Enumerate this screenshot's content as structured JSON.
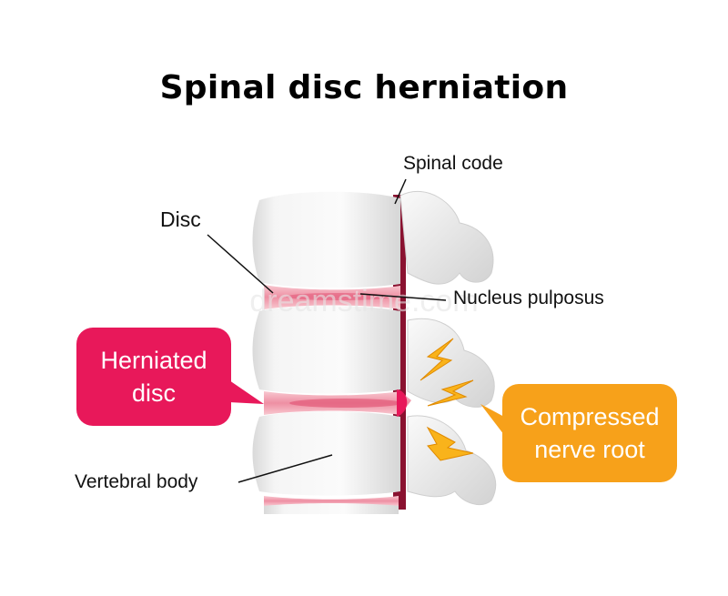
{
  "diagram": {
    "title": "Spinal disc herniation",
    "labels": {
      "spinal_cord": "Spinal code",
      "disc": "Disc",
      "nucleus": "Nucleus pulposus",
      "vertebral_body": "Vertebral body"
    },
    "callouts": {
      "herniated": {
        "line1": "Herniated",
        "line2": "disc",
        "color": "#e8185a"
      },
      "compressed": {
        "line1": "Compressed",
        "line2": "nerve root",
        "color": "#f7a11a"
      }
    },
    "colors": {
      "bone": "#f1f1f1",
      "bone_shadow": "#c9c9c9",
      "disc": "#f3a6b4",
      "disc_core": "#e25a79",
      "spinal_cord": "#8a1230",
      "pain": "#f9b31b",
      "watermark": "dreamstime.com"
    },
    "watermark": "dreamstime.com"
  }
}
